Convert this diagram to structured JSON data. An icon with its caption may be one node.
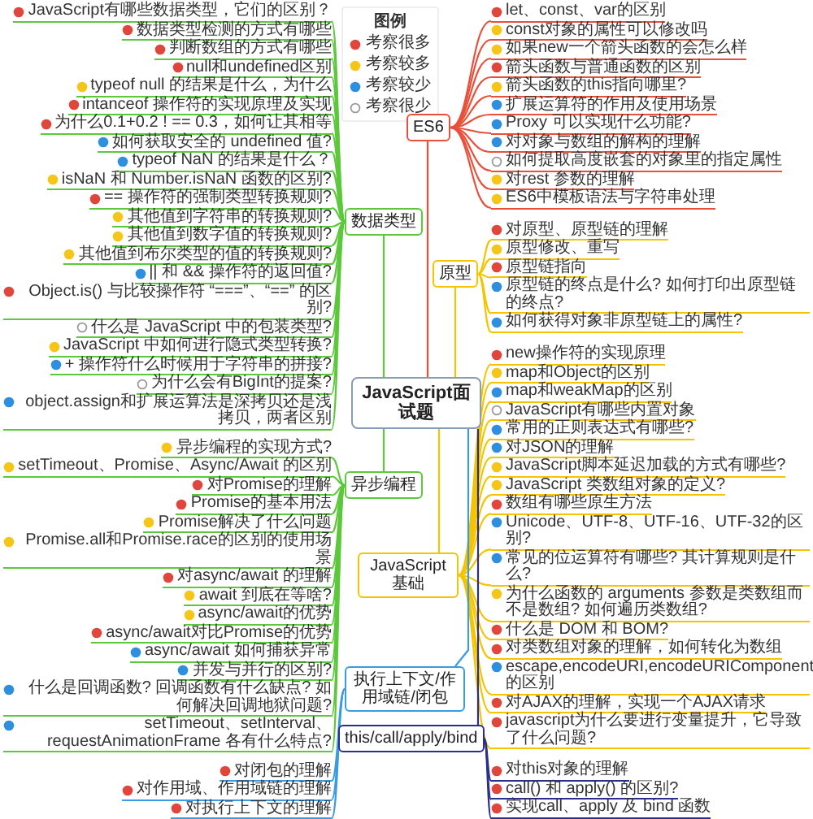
{
  "diagram": {
    "nodes": [
      {
        "text": [
          "JavaScript面试题"
        ]
      },
      {
        "text": [
          "数据类型"
        ]
      },
      {
        "text": [
          "JavaScript有哪些数据类型，它们的区别？"
        ]
      },
      {
        "text": [
          "数据类型检测的方式有哪些"
        ]
      },
      {
        "text": [
          "判断数组的方式有哪些"
        ]
      },
      {
        "text": [
          "null和undefined区别"
        ]
      },
      {
        "text": [
          "typeof null 的结果是什么，为什么"
        ]
      },
      {
        "text": [
          "intanceof 操作符的实现原理及实现"
        ]
      },
      {
        "text": [
          "为什么0.1+0.2 ! == 0.3，如何让其相等"
        ]
      },
      {
        "text": [
          "如何获取安全的 undefined 值?"
        ]
      },
      {
        "text": [
          "typeof NaN 的结果是什么？"
        ]
      },
      {
        "text": [
          "isNaN 和 Number.isNaN 函数的区别?"
        ]
      },
      {
        "text": [
          "== 操作符的强制类型转换规则?"
        ]
      },
      {
        "text": [
          "其他值到字符串的转换规则?"
        ]
      },
      {
        "text": [
          "其他值到数字值的转换规则?"
        ]
      },
      {
        "text": [
          "其他值到布尔类型的值的转换规则?"
        ]
      },
      {
        "text": [
          "|| 和 && 操作符的返回值?"
        ]
      },
      {
        "text": [
          "Object.is() 与比较操作符 “===”、“==” 的区别?"
        ]
      },
      {
        "text": [
          "什么是 JavaScript 中的包装类型?"
        ]
      },
      {
        "text": [
          "JavaScript 中如何进行隐式类型转换?"
        ]
      },
      {
        "text": [
          "+ 操作符什么时候用于字符串的拼接?"
        ]
      },
      {
        "text": [
          "为什么会有BigInt的提案?"
        ]
      },
      {
        "text": [
          "object.assign和扩展运算法是深拷贝还是浅拷贝，两者区别"
        ]
      },
      {
        "text": [
          "JavaScript基础"
        ]
      },
      {
        "text": [
          "new操作符的实现原理"
        ]
      },
      {
        "text": [
          "map和Object的区别"
        ]
      },
      {
        "text": [
          "map和weakMap的区别"
        ]
      },
      {
        "text": [
          "JavaScript有哪些内置对象"
        ]
      },
      {
        "text": [
          "常用的正则表达式有哪些?"
        ]
      },
      {
        "text": [
          "对JSON的理解"
        ]
      },
      {
        "text": [
          "JavaScript脚本延迟加载的方式有哪些?"
        ]
      },
      {
        "text": [
          "JavaScript 类数组对象的定义?"
        ]
      },
      {
        "text": [
          "数组有哪些原生方法"
        ]
      },
      {
        "text": [
          "Unicode、UTF-8、UTF-16、UTF-32的区别?"
        ]
      },
      {
        "text": [
          "常见的位运算符有哪些? 其计算规则是什么?"
        ]
      },
      {
        "text": [
          "为什么函数的 arguments 参数是类数组而不是数组? 如何遍历类数组?"
        ]
      },
      {
        "text": [
          "什么是 DOM 和 BOM?"
        ]
      },
      {
        "text": [
          "对类数组对象的理解，如何转化为数组"
        ]
      },
      {
        "text": [
          "escape,encodeURI,encodeURIComponent 的区别"
        ]
      },
      {
        "text": [
          "对AJAX的理解，实现一个AJAX请求"
        ]
      },
      {
        "text": [
          "javascript为什么要进行变量提升，它导致了什么问题?"
        ]
      },
      {
        "text": [
          "ES6"
        ]
      },
      {
        "text": [
          "let、const、var的区别"
        ]
      },
      {
        "text": [
          "const对象的属性可以修改吗"
        ]
      },
      {
        "text": [
          "如果new一个箭头函数的会怎么样"
        ]
      },
      {
        "text": [
          "箭头函数与普通函数的区别"
        ]
      },
      {
        "text": [
          "箭头函数的this指向哪里?"
        ]
      },
      {
        "text": [
          "扩展运算符的作用及使用场景"
        ]
      },
      {
        "text": [
          "Proxy 可以实现什么功能?"
        ]
      },
      {
        "text": [
          "对对象与数组的解构的理解"
        ]
      },
      {
        "text": [
          "如何提取高度嵌套的对象里的指定属性"
        ]
      },
      {
        "text": [
          "对rest 参数的理解"
        ]
      },
      {
        "text": [
          "ES6中模板语法与字符串处理"
        ]
      },
      {
        "text": [
          "原型"
        ]
      },
      {
        "text": [
          "对原型、原型链的理解"
        ]
      },
      {
        "text": [
          "原型修改、重写"
        ]
      },
      {
        "text": [
          "原型链指向"
        ]
      },
      {
        "text": [
          "原型链的终点是什么? 如何打印出原型链的终点?"
        ]
      },
      {
        "text": [
          "如何获得对象非原型链上的属性?"
        ]
      },
      {
        "text": [
          "异步编程"
        ]
      },
      {
        "text": [
          "异步编程的实现方式?"
        ]
      },
      {
        "text": [
          "setTimeout、Promise、Async/Await 的区别"
        ]
      },
      {
        "text": [
          "对Promise的理解"
        ]
      },
      {
        "text": [
          "Promise的基本用法"
        ]
      },
      {
        "text": [
          "Promise解决了什么问题"
        ]
      },
      {
        "text": [
          "Promise.all和Promise.race的区别的使用场景"
        ]
      },
      {
        "text": [
          "对async/await 的理解"
        ]
      },
      {
        "text": [
          "await 到底在等啥?"
        ]
      },
      {
        "text": [
          "async/await的优势"
        ]
      },
      {
        "text": [
          "async/await对比Promise的优势"
        ]
      },
      {
        "text": [
          "async/await 如何捕获异常"
        ]
      },
      {
        "text": [
          "并发与并行的区别?"
        ]
      },
      {
        "text": [
          "什么是回调函数? 回调函数有什么缺点? 如何解决回调地狱问题?"
        ]
      },
      {
        "text": [
          "setTimeout、setInterval、requestAnimationFrame 各有什么特点?"
        ]
      },
      {
        "text": [
          "执行上下文/作用域链/闭包"
        ]
      },
      {
        "text": [
          "对闭包的理解"
        ]
      },
      {
        "text": [
          "对作用域、作用域链的理解"
        ]
      },
      {
        "text": [
          "对执行上下文的理解"
        ]
      },
      {
        "text": [
          "this/call/apply/bind"
        ]
      },
      {
        "text": [
          "对this对象的理解"
        ]
      },
      {
        "text": [
          "call() 和 apply() 的区别?"
        ]
      },
      {
        "text": [
          "实现call、apply 及 bind 函数"
        ]
      }
    ],
    "edges": [
      {
        "from": 0,
        "to": 1,
        "arrow": "none"
      },
      {
        "from": 1,
        "to": 2,
        "arrow": "none"
      },
      {
        "from": 1,
        "to": 3,
        "arrow": "none"
      },
      {
        "from": 1,
        "to": 4,
        "arrow": "none"
      },
      {
        "from": 1,
        "to": 5,
        "arrow": "none"
      },
      {
        "from": 1,
        "to": 6,
        "arrow": "none"
      },
      {
        "from": 1,
        "to": 7,
        "arrow": "none"
      },
      {
        "from": 1,
        "to": 8,
        "arrow": "none"
      },
      {
        "from": 1,
        "to": 9,
        "arrow": "none"
      },
      {
        "from": 1,
        "to": 10,
        "arrow": "none"
      },
      {
        "from": 1,
        "to": 11,
        "arrow": "none"
      },
      {
        "from": 1,
        "to": 12,
        "arrow": "none"
      },
      {
        "from": 1,
        "to": 13,
        "arrow": "none"
      },
      {
        "from": 1,
        "to": 14,
        "arrow": "none"
      },
      {
        "from": 1,
        "to": 15,
        "arrow": "none"
      },
      {
        "from": 1,
        "to": 16,
        "arrow": "none"
      },
      {
        "from": 1,
        "to": 17,
        "arrow": "none"
      },
      {
        "from": 1,
        "to": 18,
        "arrow": "none"
      },
      {
        "from": 1,
        "to": 19,
        "arrow": "none"
      },
      {
        "from": 1,
        "to": 20,
        "arrow": "none"
      },
      {
        "from": 1,
        "to": 21,
        "arrow": "none"
      },
      {
        "from": 1,
        "to": 22,
        "arrow": "none"
      },
      {
        "from": 0,
        "to": 23,
        "arrow": "none",
        "color": "#f5c400"
      },
      {
        "from": 23,
        "to": 24,
        "arrow": "none",
        "color": "#f5c400"
      },
      {
        "from": 23,
        "to": 25,
        "arrow": "none",
        "color": "#f5c400"
      },
      {
        "from": 23,
        "to": 26,
        "arrow": "none",
        "color": "#f5c400"
      },
      {
        "from": 23,
        "to": 27,
        "arrow": "none",
        "color": "#f5c400"
      },
      {
        "from": 23,
        "to": 28,
        "arrow": "none",
        "color": "#f5c400"
      },
      {
        "from": 23,
        "to": 29,
        "arrow": "none",
        "color": "#f5c400"
      },
      {
        "from": 23,
        "to": 30,
        "arrow": "none",
        "color": "#f5c400"
      },
      {
        "from": 23,
        "to": 31,
        "arrow": "none",
        "color": "#f5c400"
      },
      {
        "from": 23,
        "to": 32,
        "arrow": "none",
        "color": "#f5c400"
      },
      {
        "from": 23,
        "to": 33,
        "arrow": "none",
        "color": "#f5c400"
      },
      {
        "from": 23,
        "to": 34,
        "arrow": "none",
        "color": "#f5c400"
      },
      {
        "from": 23,
        "to": 35,
        "arrow": "none",
        "color": "#f5c400"
      },
      {
        "from": 23,
        "to": 36,
        "arrow": "none",
        "color": "#f5c400"
      },
      {
        "from": 23,
        "to": 37,
        "arrow": "none",
        "color": "#f5c400"
      },
      {
        "from": 23,
        "to": 38,
        "arrow": "none",
        "color": "#f5c400"
      },
      {
        "from": 23,
        "to": 39,
        "arrow": "none",
        "color": "#f5c400"
      },
      {
        "from": 23,
        "to": 40,
        "arrow": "none",
        "color": "#f5c400"
      },
      {
        "from": 0,
        "to": 41,
        "arrow": "none",
        "color": "#e8503a"
      },
      {
        "from": 41,
        "to": 42,
        "arrow": "none",
        "color": "#e8503a"
      },
      {
        "from": 41,
        "to": 43,
        "arrow": "none",
        "color": "#e8503a"
      },
      {
        "from": 41,
        "to": 44,
        "arrow": "none",
        "color": "#e8503a"
      },
      {
        "from": 41,
        "to": 45,
        "arrow": "none",
        "color": "#e8503a"
      },
      {
        "from": 41,
        "to": 46,
        "arrow": "none",
        "color": "#e8503a"
      },
      {
        "from": 41,
        "to": 47,
        "arrow": "none",
        "color": "#e8503a"
      },
      {
        "from": 41,
        "to": 48,
        "arrow": "none",
        "color": "#e8503a"
      },
      {
        "from": 41,
        "to": 49,
        "arrow": "none",
        "color": "#e8503a"
      },
      {
        "from": 41,
        "to": 50,
        "arrow": "none",
        "color": "#e8503a"
      },
      {
        "from": 41,
        "to": 51,
        "arrow": "none",
        "color": "#e8503a"
      },
      {
        "from": 41,
        "to": 52,
        "arrow": "none",
        "color": "#e8503a"
      },
      {
        "from": 0,
        "to": 53,
        "arrow": "none",
        "color": "#f5c400"
      },
      {
        "from": 53,
        "to": 54,
        "arrow": "none",
        "color": "#f5c400"
      },
      {
        "from": 53,
        "to": 55,
        "arrow": "none",
        "color": "#f5c400"
      },
      {
        "from": 53,
        "to": 56,
        "arrow": "none",
        "color": "#f5c400"
      },
      {
        "from": 53,
        "to": 57,
        "arrow": "none",
        "color": "#f5c400"
      },
      {
        "from": 53,
        "to": 58,
        "arrow": "none",
        "color": "#f5c400"
      },
      {
        "from": 0,
        "to": 59,
        "arrow": "none"
      },
      {
        "from": 59,
        "to": 60,
        "arrow": "none"
      },
      {
        "from": 59,
        "to": 61,
        "arrow": "none"
      },
      {
        "from": 59,
        "to": 62,
        "arrow": "none"
      },
      {
        "from": 59,
        "to": 63,
        "arrow": "none"
      },
      {
        "from": 59,
        "to": 64,
        "arrow": "none"
      },
      {
        "from": 59,
        "to": 65,
        "arrow": "none"
      },
      {
        "from": 59,
        "to": 66,
        "arrow": "none"
      },
      {
        "from": 59,
        "to": 67,
        "arrow": "none"
      },
      {
        "from": 59,
        "to": 68,
        "arrow": "none"
      },
      {
        "from": 59,
        "to": 69,
        "arrow": "none"
      },
      {
        "from": 59,
        "to": 70,
        "arrow": "none"
      },
      {
        "from": 59,
        "to": 71,
        "arrow": "none"
      },
      {
        "from": 59,
        "to": 72,
        "arrow": "none"
      },
      {
        "from": 59,
        "to": 73,
        "arrow": "none"
      },
      {
        "from": 0,
        "to": 74,
        "arrow": "none",
        "color": "#3a9be0"
      },
      {
        "from": 74,
        "to": 75,
        "arrow": "none",
        "color": "#3a9be0"
      },
      {
        "from": 74,
        "to": 76,
        "arrow": "none",
        "color": "#3a9be0"
      },
      {
        "from": 74,
        "to": 77,
        "arrow": "none",
        "color": "#3a9be0"
      },
      {
        "from": 0,
        "to": 78,
        "arrow": "none",
        "color": "#2a2f8c"
      },
      {
        "from": 78,
        "to": 79,
        "arrow": "none",
        "color": "#2a2f8c"
      },
      {
        "from": 78,
        "to": 80,
        "arrow": "none",
        "color": "#2a2f8c"
      },
      {
        "from": 78,
        "to": 81,
        "arrow": "none",
        "color": "#2a2f8c"
      }
    ],
    "labels": [
      "图例"
    ],
    "legend": [
      {
        "text": "考察很多",
        "color": "#e0463b"
      },
      {
        "text": "考察较多",
        "color": "#f5c518"
      },
      {
        "text": "考察较少",
        "color": "#2e8fe0"
      },
      {
        "text": "考察很少"
      }
    ]
  }
}
